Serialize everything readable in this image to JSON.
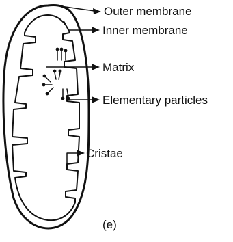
{
  "labels": {
    "outer_membrane": "Outer membrane",
    "inner_membrane": "Inner membrane",
    "matrix": "Matrix",
    "elementary_particles": "Elementary particles",
    "cristae": "Cristae"
  },
  "caption": "(e)",
  "colors": {
    "ink": "#111111",
    "background": "#ffffff"
  }
}
